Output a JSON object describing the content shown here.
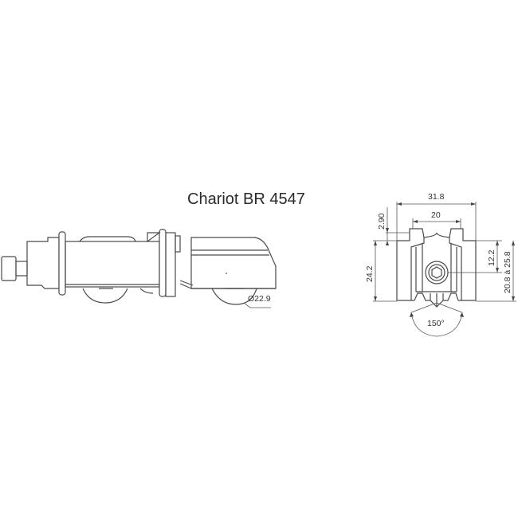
{
  "title": "Chariot BR 4547",
  "side_view": {
    "wheel_diameter_label": "Ø22.9"
  },
  "front_view": {
    "dimensions": {
      "overall_width": "31.8",
      "inner_width": "20",
      "top_offset": "2.90",
      "overall_height": "24.2",
      "axle_height": "12.2",
      "adjustable_height": "20.8 à 25.8",
      "wheel_angle": "150°"
    }
  },
  "colors": {
    "line": "#4a4a4a",
    "text": "#2a2a2a",
    "background": "#ffffff"
  }
}
